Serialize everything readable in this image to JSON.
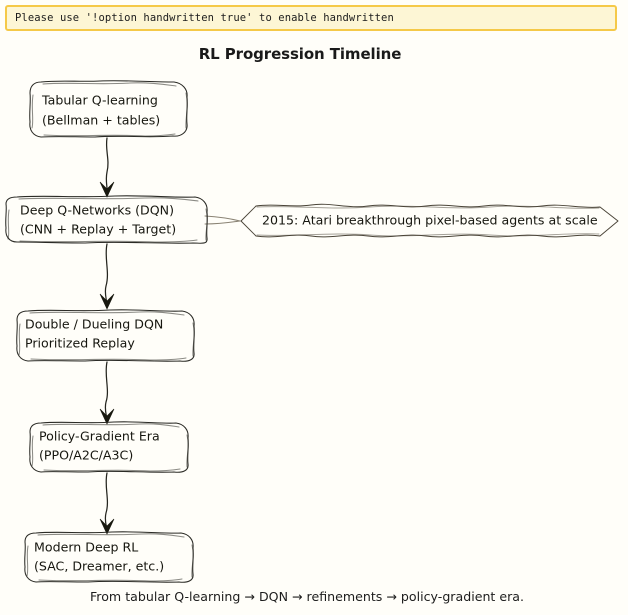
{
  "page": {
    "background_color": "#fffef9",
    "title": "RL Progression Timeline",
    "caption": "From tabular Q-learning → DQN → refinements → policy-gradient era."
  },
  "warning_banner": {
    "message": "Please use '!option handwritten true' to enable handwritten",
    "background_color": "#fdf6d5",
    "border_color": "#f5c948"
  },
  "diagram": {
    "style": "hand-drawn sketch flowchart",
    "orientation": "top-to-bottom",
    "nodes": [
      {
        "id": "tabular",
        "line1": "Tabular Q-learning",
        "line2": "(Bellman + tables)",
        "fill": "#b3d7f2",
        "stroke": "#2b2b26"
      },
      {
        "id": "dqn",
        "line1": "Deep Q-Networks (DQN)",
        "line2": "(CNN + Replay + Target)",
        "fill": "#fcdc8a",
        "stroke": "#2b2b26"
      },
      {
        "id": "doubledueling",
        "line1": "Double / Dueling DQN",
        "line2": "Prioritized Replay",
        "fill": "#e3c6e8",
        "stroke": "#2b2b26"
      },
      {
        "id": "policygradient",
        "line1": "Policy-Gradient Era",
        "line2": "(PPO/A2C/A3C)",
        "fill": "#cfe6cb",
        "stroke": "#2b2b26"
      },
      {
        "id": "modern",
        "line1": "Modern Deep RL",
        "line2": "(SAC, Dreamer, etc.)",
        "fill": "#fbd3d7",
        "stroke": "#2b2b26"
      }
    ],
    "note": {
      "id": "atari-note",
      "text": "2015: Atari breakthrough pixel-based agents at scale",
      "fill": "#fbead9",
      "stroke": "#4a4438",
      "attached_to": "dqn"
    },
    "edges": [
      {
        "from": "tabular",
        "to": "dqn",
        "arrow": true
      },
      {
        "from": "dqn",
        "to": "doubledueling",
        "arrow": true
      },
      {
        "from": "doubledueling",
        "to": "policygradient",
        "arrow": true
      },
      {
        "from": "policygradient",
        "to": "modern",
        "arrow": true
      },
      {
        "from": "dqn",
        "to": "atari-note",
        "arrow": false
      }
    ]
  }
}
